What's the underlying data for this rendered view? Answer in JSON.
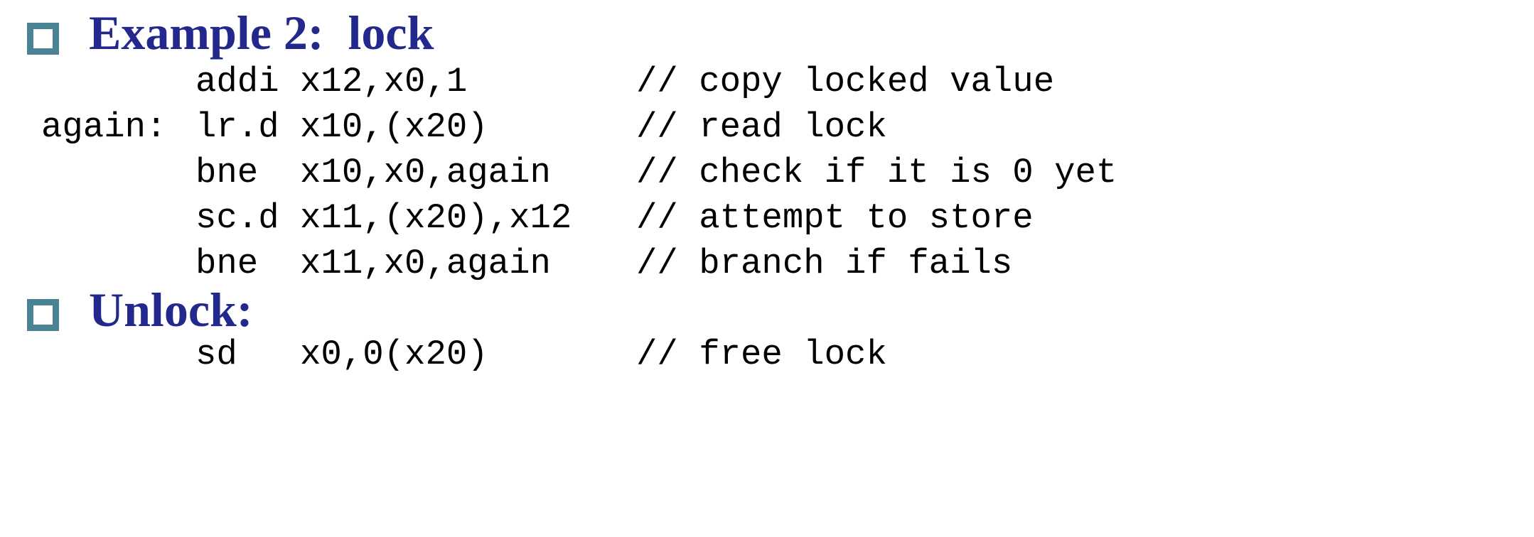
{
  "bullets": [
    {
      "heading": "Example 2:  lock"
    },
    {
      "heading": "Unlock:"
    }
  ],
  "lock_code": [
    {
      "label": "",
      "instruction": "addi x12,x0,1",
      "comment": "// copy locked value"
    },
    {
      "label": "again:",
      "instruction": "lr.d x10,(x20)",
      "comment": "// read lock"
    },
    {
      "label": "",
      "instruction": "bne  x10,x0,again",
      "comment": "// check if it is 0 yet"
    },
    {
      "label": "",
      "instruction": "sc.d x11,(x20),x12",
      "comment": "// attempt to store"
    },
    {
      "label": "",
      "instruction": "bne  x11,x0,again",
      "comment": "// branch if fails"
    }
  ],
  "unlock_code": [
    {
      "instruction": "sd   x0,0(x20)",
      "comment": "// free lock"
    }
  ],
  "colors": {
    "heading": "#23298c",
    "bullet": "#4a8396"
  }
}
